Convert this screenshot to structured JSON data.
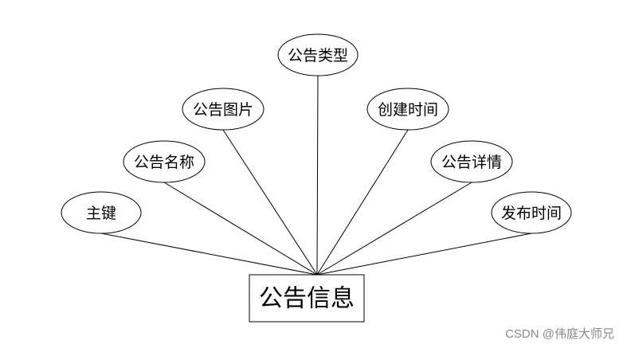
{
  "entity": {
    "label": "公告信息"
  },
  "attributes": [
    {
      "id": "primary-key",
      "label": "主键"
    },
    {
      "id": "title",
      "label": "公告名称"
    },
    {
      "id": "image",
      "label": "公告图片"
    },
    {
      "id": "type",
      "label": "公告类型"
    },
    {
      "id": "created-time",
      "label": "创建时间"
    },
    {
      "id": "details",
      "label": "公告详情"
    },
    {
      "id": "publish-time",
      "label": "发布时间"
    }
  ],
  "watermark": "CSDN @伟庭大师兄"
}
